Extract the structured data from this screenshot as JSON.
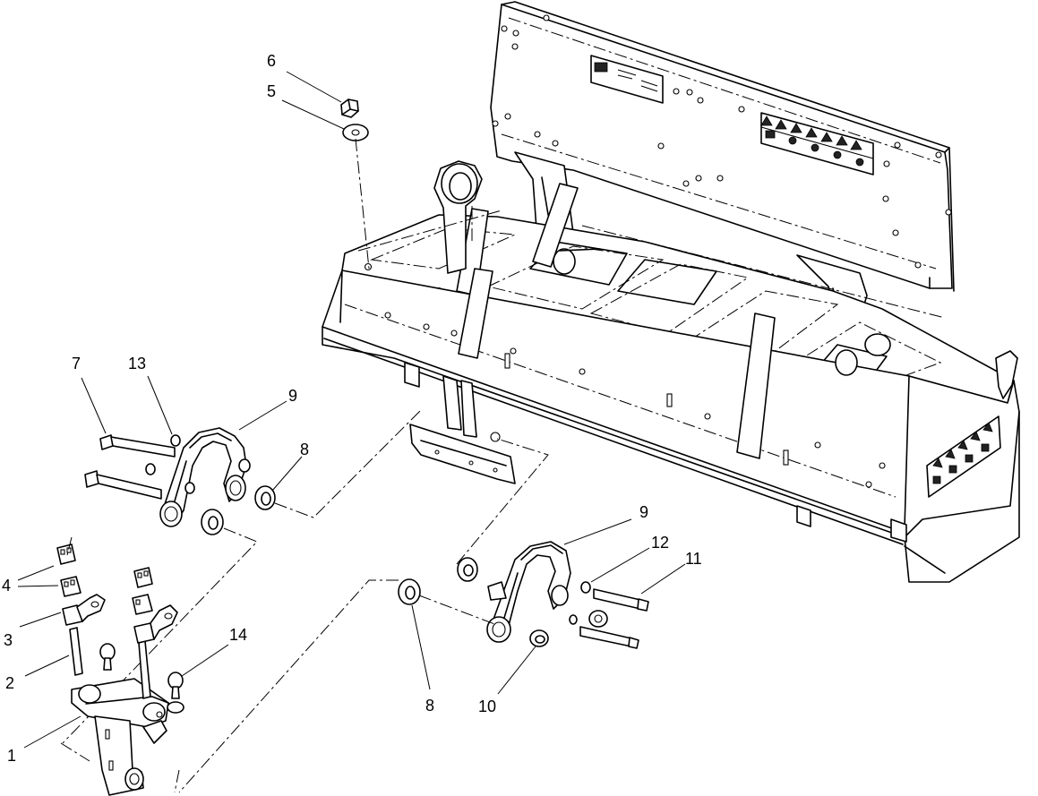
{
  "diagram": {
    "callouts": [
      {
        "id": "c6a",
        "text": "6"
      },
      {
        "id": "c5a",
        "text": "5"
      },
      {
        "id": "c7",
        "text": "7"
      },
      {
        "id": "c13",
        "text": "13"
      },
      {
        "id": "c9a",
        "text": "9"
      },
      {
        "id": "c8a",
        "text": "8"
      },
      {
        "id": "c4",
        "text": "4"
      },
      {
        "id": "c3",
        "text": "3"
      },
      {
        "id": "c2",
        "text": "2"
      },
      {
        "id": "c14",
        "text": "14"
      },
      {
        "id": "c1",
        "text": "1"
      },
      {
        "id": "c9b",
        "text": "9"
      },
      {
        "id": "c12",
        "text": "12"
      },
      {
        "id": "c11",
        "text": "11"
      },
      {
        "id": "c8b",
        "text": "8"
      },
      {
        "id": "c10",
        "text": "10"
      }
    ]
  }
}
